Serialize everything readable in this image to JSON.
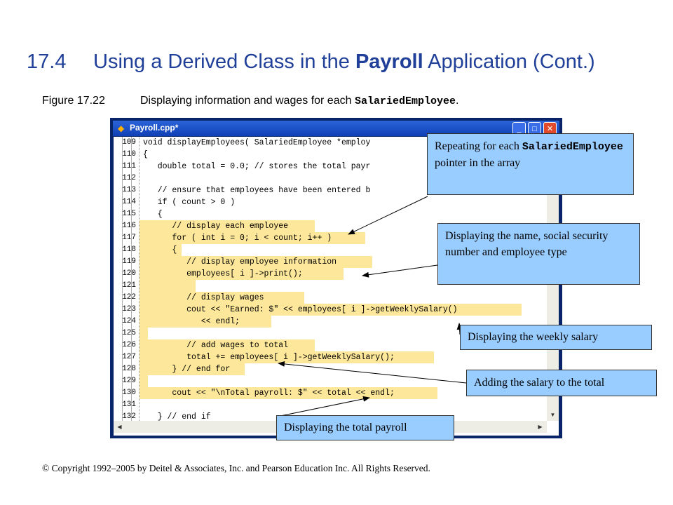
{
  "slide": {
    "title_num": "17.4",
    "title_pre": "Using a Derived Class in the ",
    "title_bold": "Payroll",
    "title_post": " Application (Cont.)",
    "caption_num": "Figure 17.22",
    "caption_text": "Displaying information and wages for each ",
    "caption_code": "SalariedEmployee",
    "caption_end": "."
  },
  "window": {
    "title": "Payroll.cpp*",
    "minimize": "_",
    "maximize": "□",
    "close": "✕"
  },
  "code": [
    {
      "num": "109",
      "text": "void displayEmployees( SalariedEmployee *employ"
    },
    {
      "num": "110",
      "text": "{"
    },
    {
      "num": "111",
      "text": "   double total = 0.0; // stores the total payr"
    },
    {
      "num": "112",
      "text": ""
    },
    {
      "num": "113",
      "text": "   // ensure that employees have been entered b"
    },
    {
      "num": "114",
      "text": "   if ( count > 0 )"
    },
    {
      "num": "115",
      "text": "   {"
    },
    {
      "num": "116",
      "text": "      // display each employee"
    },
    {
      "num": "117",
      "text": "      for ( int i = 0; i < count; i++ )"
    },
    {
      "num": "118",
      "text": "      {"
    },
    {
      "num": "119",
      "text": "         // display employee information"
    },
    {
      "num": "120",
      "text": "         employees[ i ]->print();"
    },
    {
      "num": "121",
      "text": ""
    },
    {
      "num": "122",
      "text": "         // display wages"
    },
    {
      "num": "123",
      "text": "         cout << \"Earned: $\" << employees[ i ]->getWeeklySalary()"
    },
    {
      "num": "124",
      "text": "            << endl;"
    },
    {
      "num": "125",
      "text": ""
    },
    {
      "num": "126",
      "text": "         // add wages to total"
    },
    {
      "num": "127",
      "text": "         total += employees[ i ]->getWeeklySalary();"
    },
    {
      "num": "128",
      "text": "      } // end for"
    },
    {
      "num": "129",
      "text": ""
    },
    {
      "num": "130",
      "text": "      cout << \"\\nTotal payroll: $\" << total << endl;"
    },
    {
      "num": "131",
      "text": ""
    },
    {
      "num": "132",
      "text": "   } // end if"
    }
  ],
  "callouts": {
    "repeat_pre": "Repeating for each ",
    "repeat_code": "SalariedEmployee",
    "repeat_post": " pointer in the array",
    "display_info": "Displaying the name, social security number and employee type",
    "weekly_salary": "Displaying the weekly salary",
    "add_salary": "Adding the salary to the total",
    "total_payroll": "Displaying the total payroll"
  },
  "footer": "© Copyright 1992–2005 by Deitel & Associates, Inc. and Pearson Education Inc. All Rights Reserved.",
  "colors": {
    "title": "#1f3f99",
    "highlight": "#fde79a",
    "callout": "#99ccff",
    "titlebar": "#0f3fb6"
  }
}
